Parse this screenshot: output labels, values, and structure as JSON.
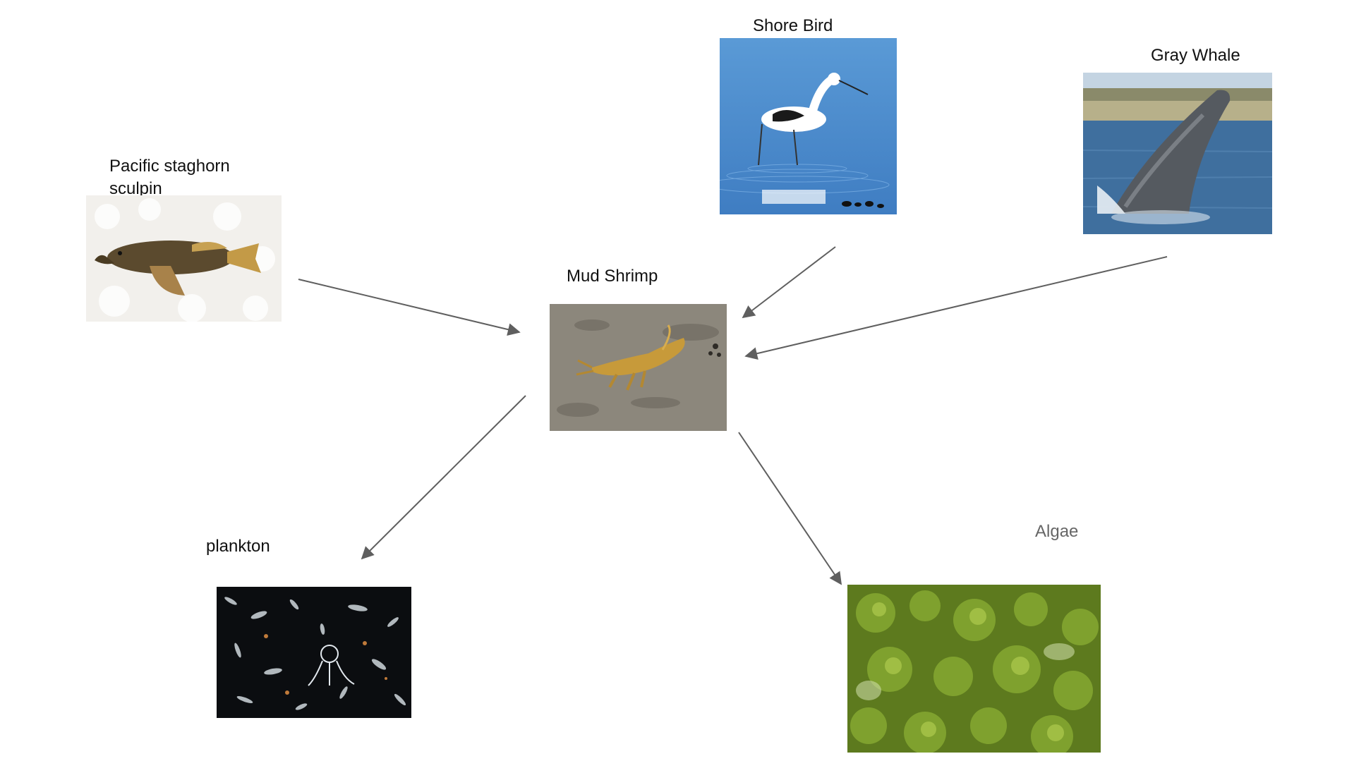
{
  "labels": {
    "sculpin": "Pacific staghorn",
    "sculpin_line2": "sculpin",
    "shorebird": "Shore Bird",
    "whale": "Gray Whale",
    "shrimp": "Mud Shrimp",
    "plankton": "plankton",
    "algae": "Algae"
  },
  "colors": {
    "arrow": "#5f5f5f",
    "algae_label": "#666666"
  }
}
